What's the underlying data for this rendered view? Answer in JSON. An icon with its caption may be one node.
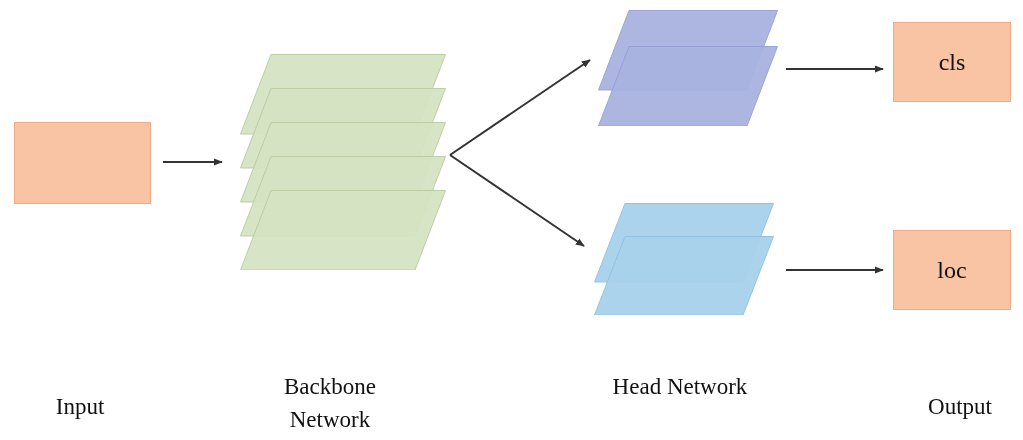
{
  "diagram": {
    "nodes": [
      {
        "text": [],
        "shape": "box"
      },
      {
        "text": [],
        "shape": "stack"
      },
      {
        "text": [],
        "shape": "stack"
      },
      {
        "text": [],
        "shape": "stack"
      },
      {
        "text": [
          "cls"
        ]
      },
      {
        "text": [
          "loc"
        ]
      }
    ],
    "edges": [
      {
        "from": 0,
        "to": 1,
        "arrow": "to"
      },
      {
        "from": 1,
        "to": 2,
        "arrow": "to"
      },
      {
        "from": 1,
        "to": 3,
        "arrow": "to"
      },
      {
        "from": 2,
        "to": 4,
        "arrow": "to"
      },
      {
        "from": 3,
        "to": 5,
        "arrow": "to"
      }
    ],
    "labels": [
      "Input",
      "Backbone Network",
      "Head Network",
      "Output"
    ]
  }
}
